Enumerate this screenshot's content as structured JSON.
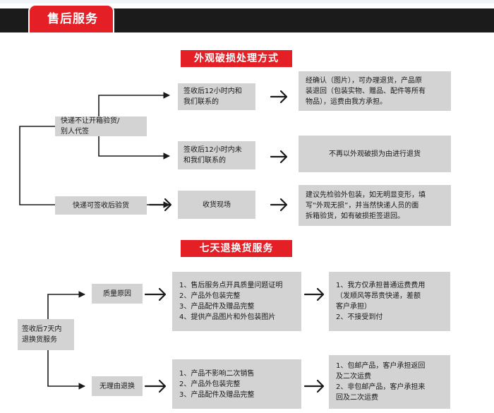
{
  "header": {
    "title": "售后服务"
  },
  "section1": {
    "title": "外观破损处理方式",
    "branch_a": {
      "label": "快递不让开箱验货/\n别人代签",
      "cond1": {
        "label": "签收后12小时内和\n我们联系的",
        "result": "经确认（图片），可办理退货，产品原\n装退回（包装实物、赠品、配件等所有\n物品），运费由我方承担。"
      },
      "cond2": {
        "label": "签收后12小时内未\n和我们联系的",
        "result": "不再以外观破损为由进行退货"
      }
    },
    "branch_b": {
      "label": "快递可签收后验货",
      "step": "收货现场",
      "result": "建议先检验外包装，如无明显变形，填\n写“外观无损”，并当然快递人员的面\n拆箱验货，如有破损拒签退回。"
    }
  },
  "section2": {
    "title": "七天退换货服务",
    "root": "签收后7天内\n退换货服务",
    "quality": {
      "label": "质量原因",
      "conditions": "1、售后服务点开具质量问题证明\n2、产品外包装完整\n3、产品配件及赠品完整\n4、提供产品图片和外包装图片",
      "policy": "1、我方仅承担普通运费费用\n    （发顺风等昂贵快递，差额\n      客户承担）\n2、不接受到付"
    },
    "noreason": {
      "label": "无理由退换",
      "conditions": "1、产品不影响二次销售\n2、产品外包装完整\n3、产品配件及赠品完整",
      "policy": "1、包邮产品，客户承担返回\n    及二次运费\n2、非包邮产品，客户承担来\n    回及二次运费"
    }
  },
  "colors": {
    "accent": "#e51f26",
    "header_bg": "#1b1b1b",
    "box_bg": "#d3d3d3",
    "line": "#1a1a1a"
  }
}
